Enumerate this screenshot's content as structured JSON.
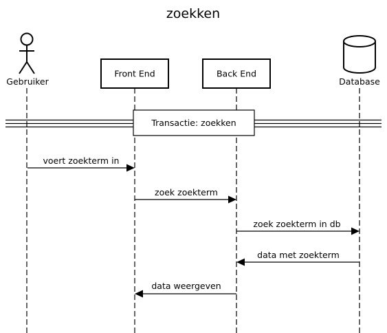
{
  "diagram": {
    "title": "zoekken",
    "participants": [
      {
        "id": "gebruiker",
        "label": "Gebruiker",
        "kind": "actor"
      },
      {
        "id": "frontend",
        "label": "Front End",
        "kind": "box"
      },
      {
        "id": "backend",
        "label": "Back End",
        "kind": "box"
      },
      {
        "id": "database",
        "label": "Database",
        "kind": "database"
      }
    ],
    "frame": {
      "label": "Transactie: zoekken"
    },
    "messages": [
      {
        "from": "gebruiker",
        "to": "frontend",
        "label": "voert zoekterm in"
      },
      {
        "from": "frontend",
        "to": "backend",
        "label": "zoek zoekterm"
      },
      {
        "from": "backend",
        "to": "database",
        "label": "zoek zoekterm in db"
      },
      {
        "from": "database",
        "to": "backend",
        "label": "data met zoekterm"
      },
      {
        "from": "backend",
        "to": "frontend",
        "label": "data weergeven"
      }
    ]
  }
}
